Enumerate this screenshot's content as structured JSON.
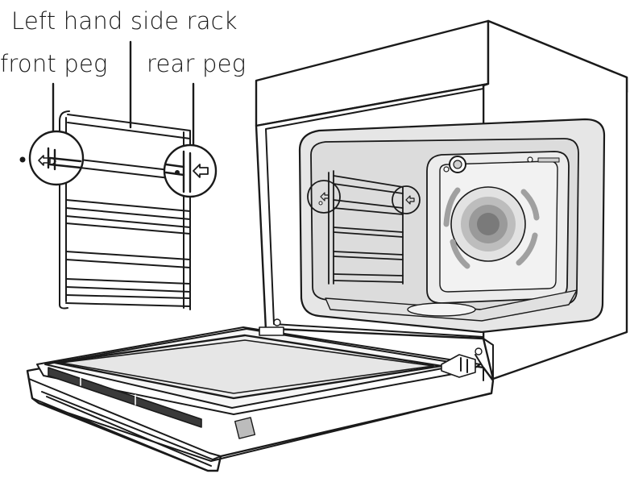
{
  "labels": {
    "rack": "Left hand side rack",
    "front_peg": "front peg",
    "rear_peg": "rear peg"
  },
  "colors": {
    "line": "#1a1a1a",
    "cavity_fill": "#e6e6e6",
    "cavity_inner": "#d9d9d9",
    "door_glass": "#efefef",
    "white": "#ffffff"
  },
  "icons": {
    "peg_arrow": "left-arrow-icon",
    "bullet": "dot-icon"
  }
}
